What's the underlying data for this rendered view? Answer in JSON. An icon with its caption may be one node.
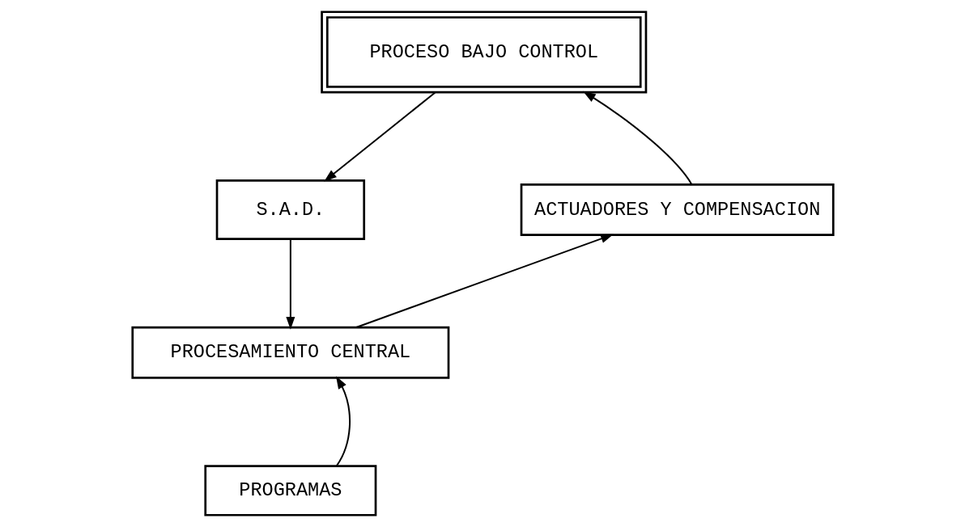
{
  "diagram": {
    "nodes": [
      {
        "text": [
          "PROCESO BAJO CONTROL"
        ]
      },
      {
        "text": [
          "S.A.D."
        ]
      },
      {
        "text": [
          "ACTUADORES Y COMPENSACION"
        ]
      },
      {
        "text": [
          "PROCESAMIENTO CENTRAL"
        ]
      },
      {
        "text": [
          "PROGRAMAS"
        ]
      }
    ],
    "edges": [
      {
        "from": 0,
        "to": 1,
        "arrow": "to"
      },
      {
        "from": 1,
        "to": 3,
        "arrow": "to"
      },
      {
        "from": 3,
        "to": 2,
        "arrow": "to"
      },
      {
        "from": 2,
        "to": 0,
        "arrow": "to"
      },
      {
        "from": 4,
        "to": 3,
        "arrow": "to"
      }
    ]
  }
}
